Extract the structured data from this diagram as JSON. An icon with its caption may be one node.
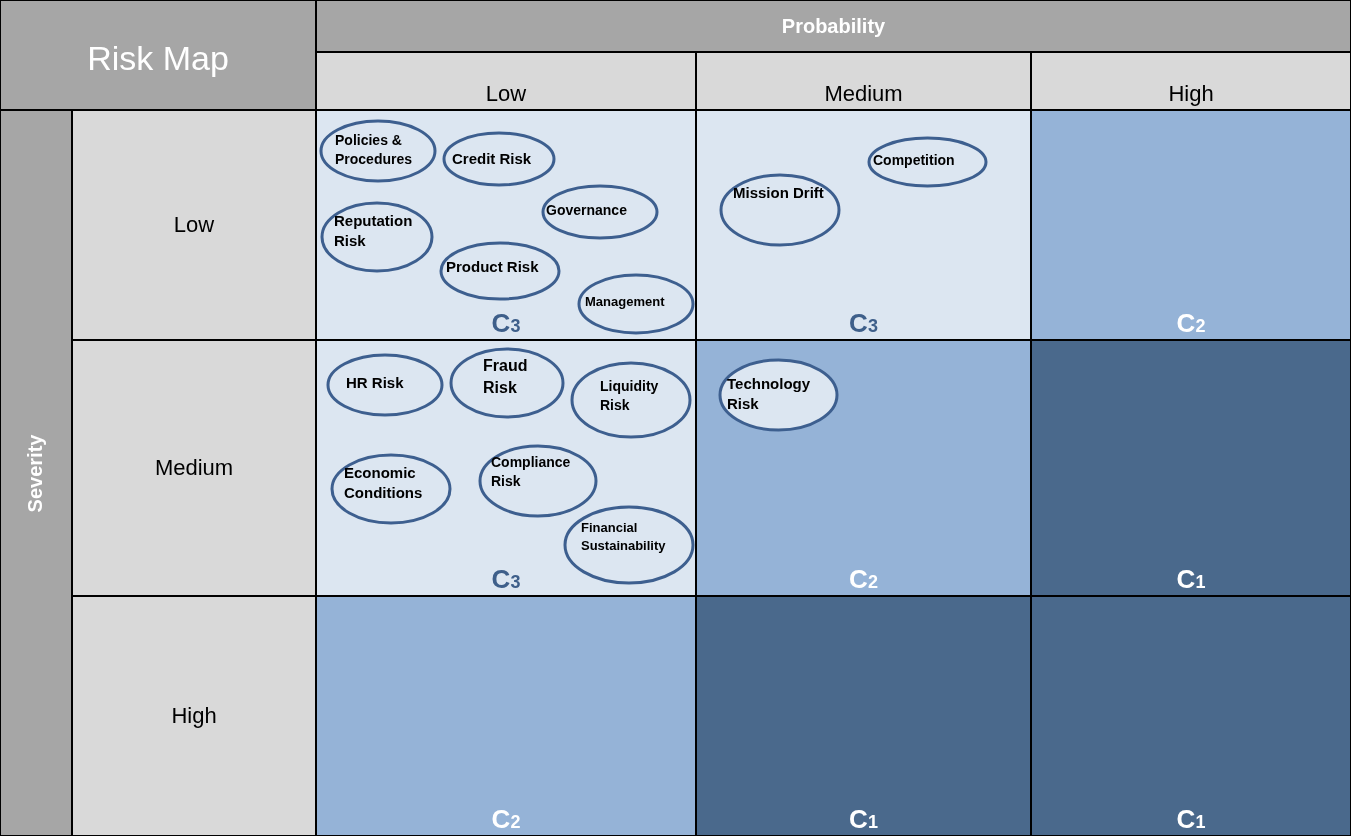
{
  "diagram": {
    "nodes": [
      {
        "text": [
          "C$_{3}$"
        ]
      },
      {
        "text": [
          "Policies & Procedures"
        ],
        "in": 0
      },
      {
        "text": [
          "Credit Risk"
        ],
        "in": 0
      },
      {
        "text": [
          "Governance"
        ],
        "in": 0
      },
      {
        "text": [
          "Reputation Risk"
        ],
        "in": 0
      },
      {
        "text": [
          "Product Risk"
        ],
        "in": 0
      },
      {
        "text": [
          "Management"
        ],
        "in": 0
      },
      {
        "text": [
          "C$_{3}$"
        ]
      },
      {
        "text": [
          "Competition"
        ],
        "in": 7
      },
      {
        "text": [
          "Mission Drift"
        ],
        "in": 7
      },
      {
        "text": [
          "C$_{2}$"
        ]
      },
      {
        "text": [
          "C$_{3}$"
        ]
      },
      {
        "text": [
          "HR Risk"
        ],
        "in": 11
      },
      {
        "text": [
          "Fraud Risk"
        ],
        "in": 11
      },
      {
        "text": [
          "Liquidity Risk"
        ],
        "in": 11
      },
      {
        "text": [
          "Economic Conditions"
        ],
        "in": 11
      },
      {
        "text": [
          "Compliance Risk"
        ],
        "in": 11
      },
      {
        "text": [
          "Financial Sustainability"
        ],
        "in": 11
      },
      {
        "text": [
          "C$_{2}$"
        ]
      },
      {
        "text": [
          "Technology Risk"
        ],
        "in": 18
      },
      {
        "text": [
          "C$_{1}$"
        ]
      },
      {
        "text": [
          "C$_{2}$"
        ]
      },
      {
        "text": [
          "C$_{1}$"
        ]
      },
      {
        "text": [
          "C$_{1}$"
        ]
      }
    ],
    "labels": [
      "Risk Map",
      "Probability",
      "Low",
      "Medium",
      "High",
      "Severity",
      "Low",
      "Medium",
      "High"
    ]
  }
}
